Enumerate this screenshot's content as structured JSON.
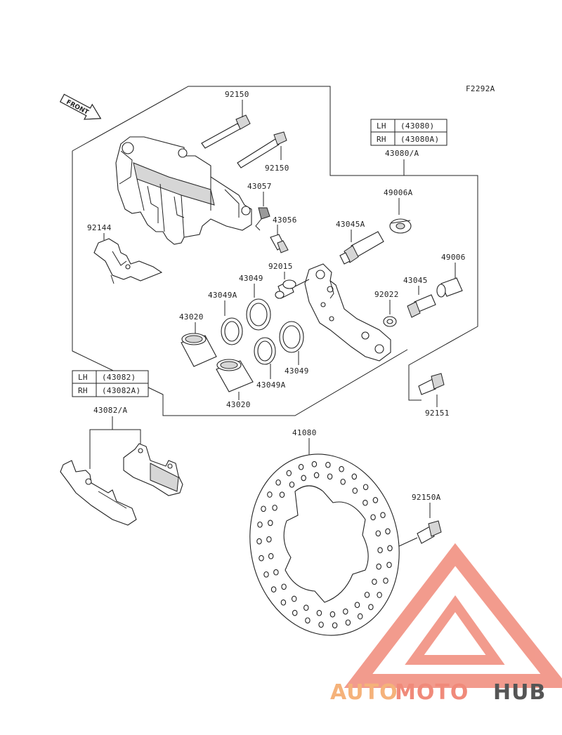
{
  "figure_code": "F2292A",
  "front_label": "FRONT",
  "tables": {
    "caliper": {
      "rows": [
        {
          "side": "LH",
          "part": "(43080)"
        },
        {
          "side": "RH",
          "part": "(43080A)"
        }
      ]
    },
    "pads": {
      "rows": [
        {
          "side": "LH",
          "part": "(43082)"
        },
        {
          "side": "RH",
          "part": "(43082A)"
        }
      ]
    }
  },
  "labels": {
    "l92150_top": "92150",
    "l92150_mid": "92150",
    "l43057": "43057",
    "l43056": "43056",
    "l92144": "92144",
    "l43080": "43080/A",
    "l49006a": "49006A",
    "l43045a": "43045A",
    "l92015": "92015",
    "l49006": "49006",
    "l43049_top": "43049",
    "l43049a_top": "43049A",
    "l43020_top": "43020",
    "l43045": "43045",
    "l92022": "92022",
    "l43049_bot": "43049",
    "l43049a_bot": "43049A",
    "l43020_bot": "43020",
    "l92151": "92151",
    "l43082": "43082/A",
    "l41080": "41080",
    "l92150a": "92150A"
  },
  "watermark": {
    "part1": "AUTO",
    "part2": "MOTO",
    "part3": "HUB",
    "color_primary": "#f08a7a",
    "color_secondary": "#f5b27a",
    "color_dark": "#555555"
  }
}
